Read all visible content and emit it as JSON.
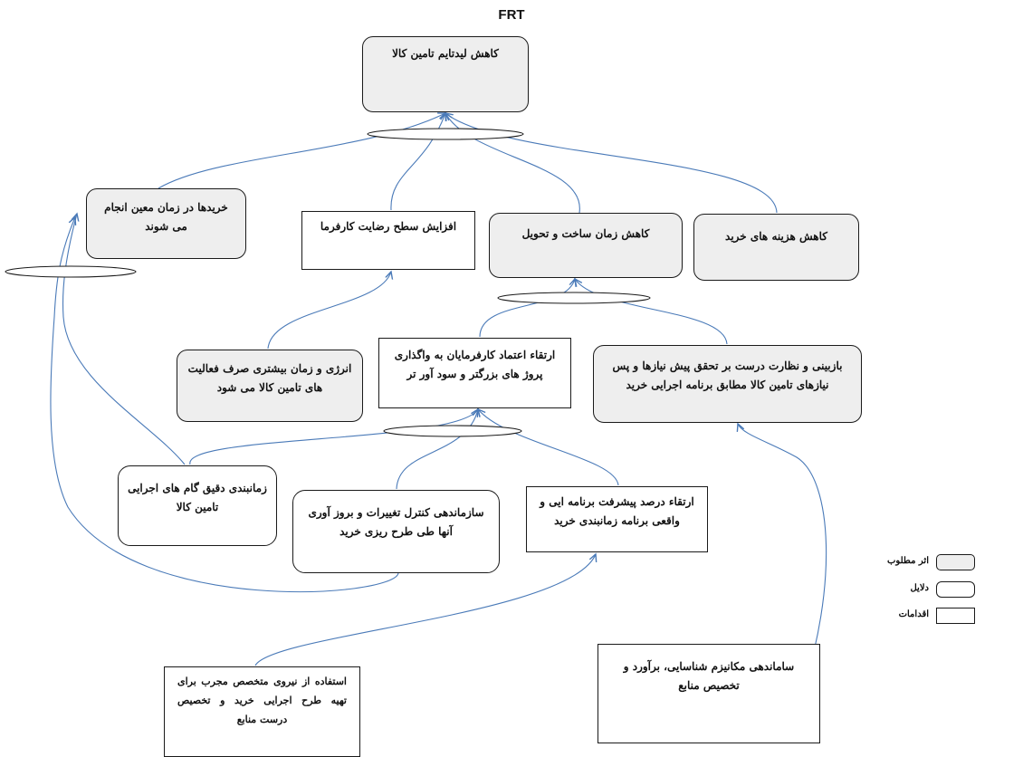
{
  "title": "FRT",
  "nodes": {
    "goal": "کاهش لیدتایم تامین کالا",
    "purchase_cost": "کاهش هزینه های خرید",
    "build_time": "کاهش زمان ساخت و تحویل",
    "client_satisfaction": "افزایش سطح رضایت کارفرما",
    "timely_purchase": "خریدها در زمان معین انجام می شوند",
    "energy_time": "انرژی و زمان بیشتری صرف فعالیت های تامین کالا می شود",
    "client_trust": "ارتقاء اعتماد کارفرمایان به واگذاری پروژ های بزرگتر و سود آور تر",
    "needs_review": "بازبینی و نظارت درست بر تحقق پیش نیازها و پس نیازهای تامین کالا مطابق برنامه اجرایی خرید",
    "precise_scheduling": "زمانبندی دقیق گام های اجرایی تامین کالا",
    "change_control": "سازماندهی کنترل تغییرات و بروز آوری آنها طی طرح ریزی خرید",
    "progress_percent": "ارتقاء درصد پیشرفت برنامه ایی و واقعی برنامه زمانبندی خرید",
    "expert_staff": "استفاده از نیروی متخصص مجرب برای تهیه طرح اجرایی خرید و تخصیص درست منابع",
    "resource_mechanism": "ساماندهی مکانیزم شناسایی، برآورد و تخصیص منابع"
  },
  "legend": [
    {
      "label": "اثر مطلوب",
      "style": "effect"
    },
    {
      "label": "دلایل",
      "style": "cause"
    },
    {
      "label": "اقدامات",
      "style": "action"
    }
  ],
  "colors": {
    "connector": "#4a7ab8",
    "effect_fill": "#eeeeee",
    "border": "#1a1a1a"
  }
}
